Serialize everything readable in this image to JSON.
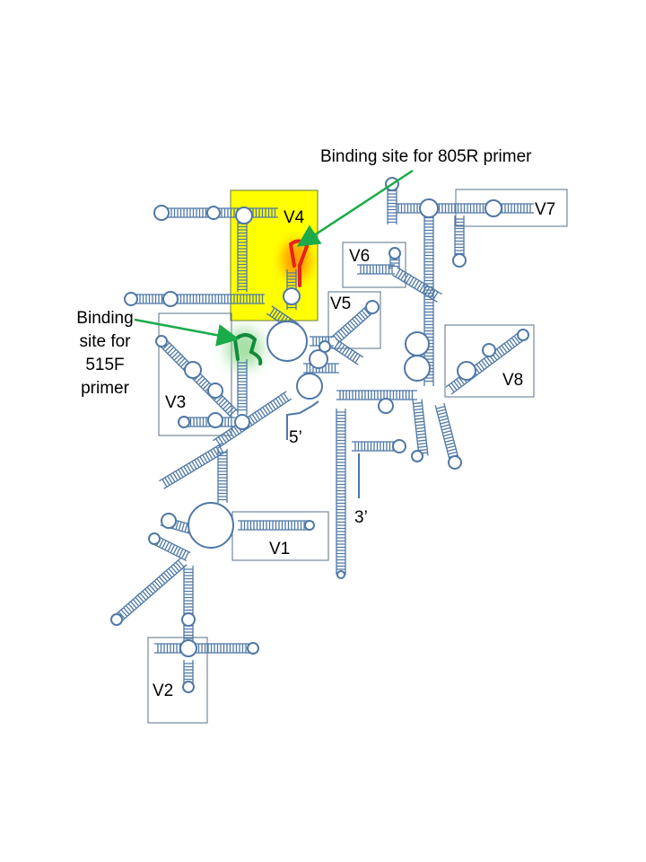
{
  "colors": {
    "structure": "#4f78a6",
    "highlight_box": "#ffff00",
    "arrow": "#1aab4a",
    "primer_805R": "#e8201a",
    "primer_515F": "#138a3c",
    "box_border": "#5a7088"
  },
  "annotations": {
    "primer_805R": "Binding site for 805R primer",
    "primer_515F": [
      "Binding",
      "site for",
      "515F",
      "primer"
    ]
  },
  "regions": {
    "V1": "V1",
    "V2": "V2",
    "V3": "V3",
    "V4": "V4",
    "V5": "V5",
    "V6": "V6",
    "V7": "V7",
    "V8": "V8"
  },
  "ends": {
    "five_prime": "5’",
    "three_prime": "3’"
  }
}
